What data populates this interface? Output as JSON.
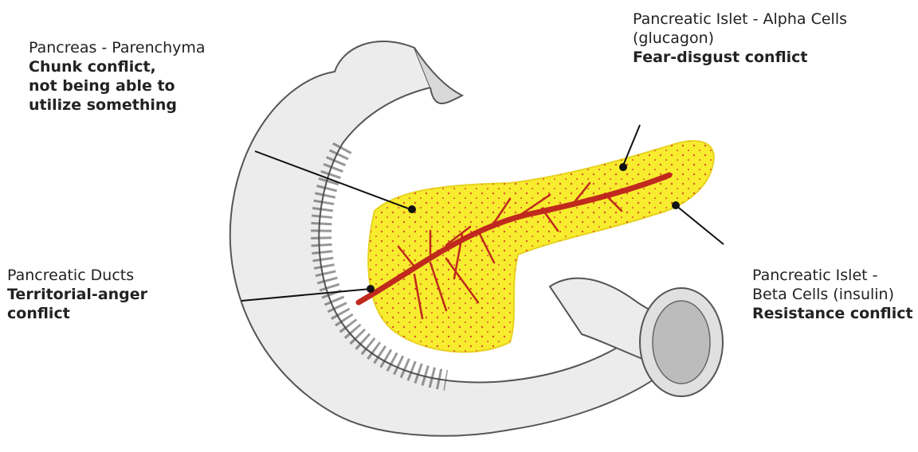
{
  "labels": {
    "parenchyma": {
      "name": "Pancreas - Parenchyma",
      "conflict_lines": [
        "Chunk conflict,",
        "not being able to",
        "utilize something"
      ]
    },
    "alpha": {
      "name_lines": [
        "Pancreatic Islet - Alpha Cells",
        "(glucagon)"
      ],
      "conflict": "Fear-disgust conflict"
    },
    "ducts": {
      "name": "Pancreatic Ducts",
      "conflict_lines": [
        "Territorial-anger",
        "conflict"
      ]
    },
    "beta": {
      "name_lines": [
        "Pancreatic Islet -",
        "Beta Cells (insulin)"
      ],
      "conflict": "Resistance conflict"
    }
  },
  "colors": {
    "pancreas": "#f5e52a",
    "pancreas_dots": "#d9522b",
    "duct": "#c0291d",
    "duodenum_fill": "#ececec",
    "duodenum_stroke": "#555555",
    "leader_line": "#111111"
  }
}
